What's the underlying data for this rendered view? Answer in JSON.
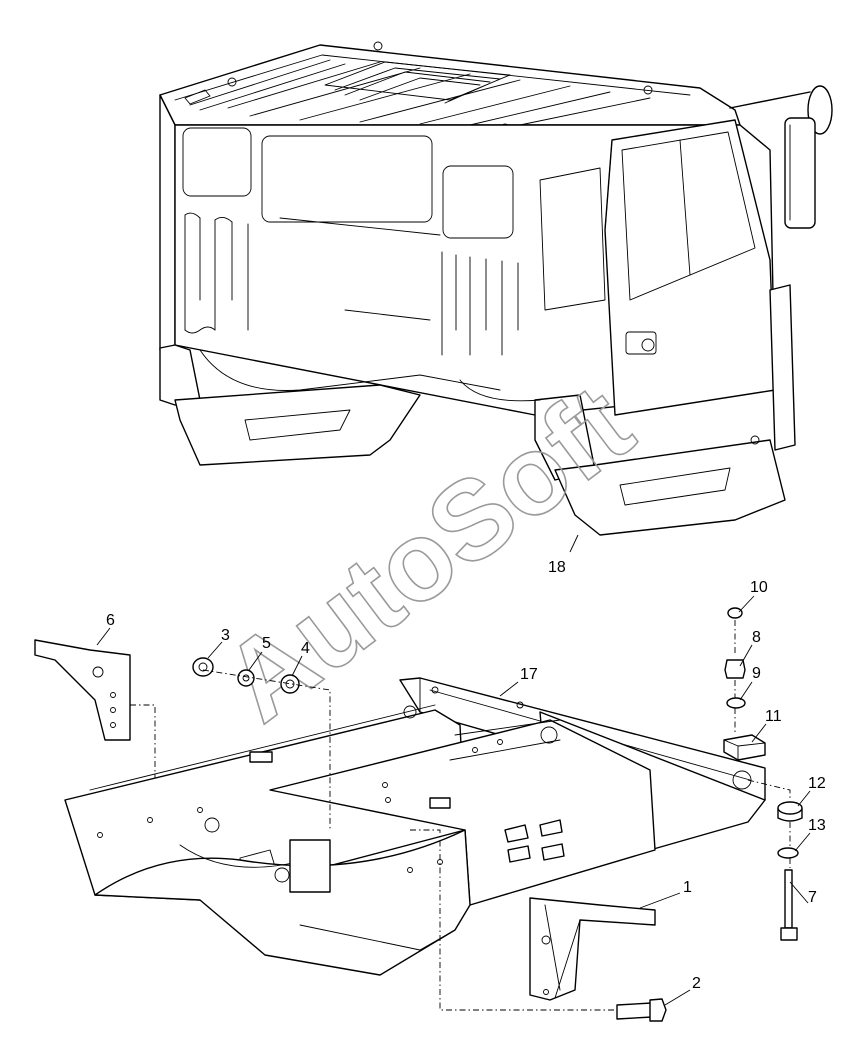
{
  "watermark": "AutoSoft",
  "callouts": [
    {
      "id": "c1",
      "text": "1"
    },
    {
      "id": "c2",
      "text": "2"
    },
    {
      "id": "c3",
      "text": "3"
    },
    {
      "id": "c4",
      "text": "4"
    },
    {
      "id": "c5",
      "text": "5"
    },
    {
      "id": "c6",
      "text": "6"
    },
    {
      "id": "c7",
      "text": "7"
    },
    {
      "id": "c8",
      "text": "8"
    },
    {
      "id": "c9",
      "text": "9"
    },
    {
      "id": "c10",
      "text": "10"
    },
    {
      "id": "c11",
      "text": "11"
    },
    {
      "id": "c12",
      "text": "12"
    },
    {
      "id": "c13",
      "text": "13"
    },
    {
      "id": "c17",
      "text": "17"
    },
    {
      "id": "c18",
      "text": "18"
    }
  ]
}
